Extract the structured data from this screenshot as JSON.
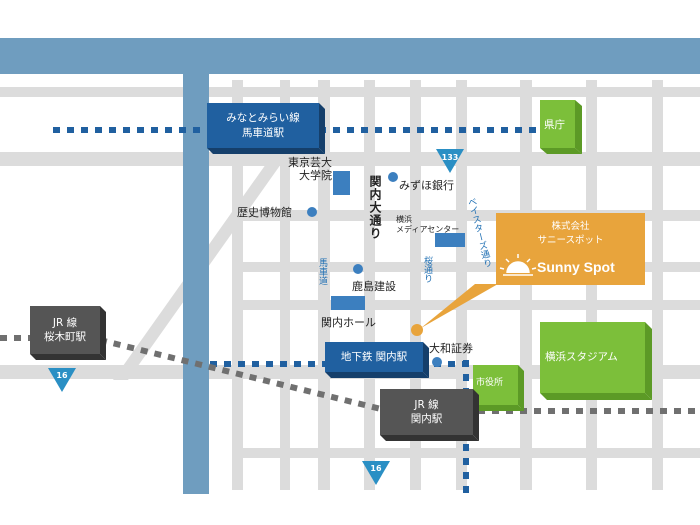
{
  "stations": {
    "minatomirai": {
      "line1": "みなとみらい線",
      "line2": "馬車道駅"
    },
    "jr_sakuragicho": {
      "line1": "JR 線",
      "line2": "桜木町駅"
    },
    "subway_kannai": {
      "label": "地下鉄 関内駅"
    },
    "jr_kannai": {
      "line1": "JR 線",
      "line2": "関内駅"
    }
  },
  "landmarks": {
    "geidai": {
      "line1": "東京芸大",
      "line2": "大学院"
    },
    "mizuho": "みずほ銀行",
    "rekishi": "歴史博物館",
    "media_center": {
      "line1": "横浜",
      "line2": "メディアセンター"
    },
    "kajima": "鹿島建設",
    "kannai_hall": "関内ホール",
    "daiwa": "大和証券",
    "kencho": "県庁",
    "shiyakusho": "市役所",
    "stadium": "横浜スタジアム"
  },
  "streets": {
    "kannai_odori": "関内大通り",
    "bashamichi": "馬車道",
    "sakura_dori": "桜通り",
    "baystars_dori": "ベイスターズ通り"
  },
  "routes": {
    "r133": "133",
    "r16_left": "16",
    "r16_bottom": "16"
  },
  "callout": {
    "line1": "株式会社",
    "line2": "サニースポット",
    "brand": "Sunny Spot",
    "color": "#e8a43c"
  },
  "colors": {
    "river": "#6f9dbf",
    "road": "#dcdcdc",
    "station_blue": "#2060a0",
    "station_gray": "#555555",
    "park_green": "#7cbf3a",
    "landmark_blue": "#3c7fbf",
    "subway_dotted": "#2060a0",
    "jr_dotted": "#707070",
    "location_marker": "#e8a43c"
  }
}
